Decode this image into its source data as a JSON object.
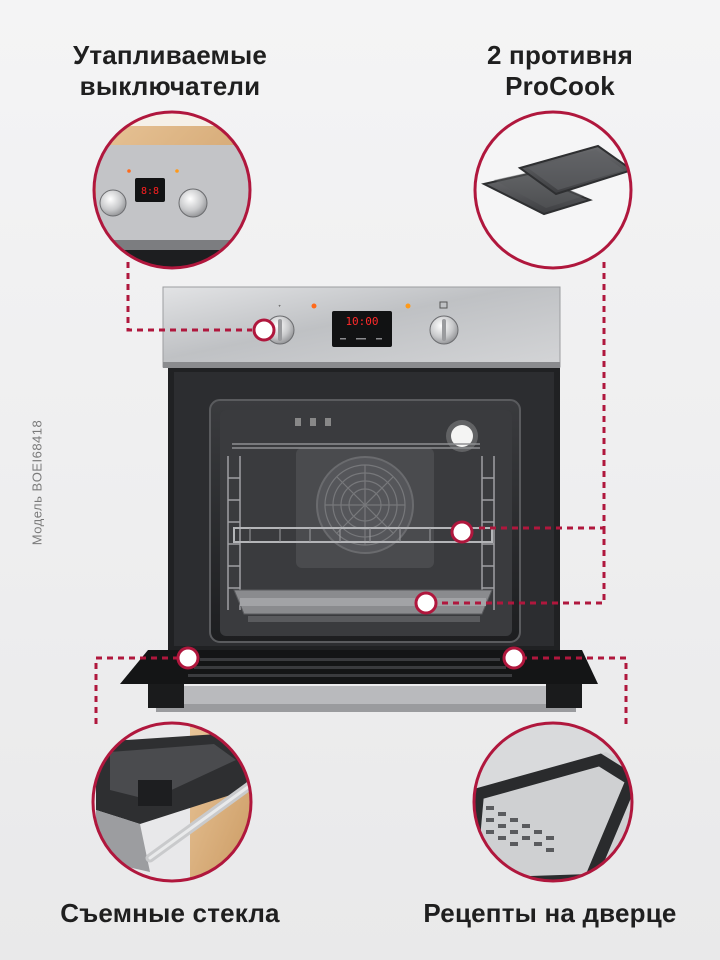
{
  "features": {
    "top_left": {
      "line1": "Утапливаемые",
      "line2": "выключатели"
    },
    "top_right": {
      "line1": "2 противня",
      "line2": "ProCook"
    },
    "bottom_left": {
      "label": "Съемные стекла"
    },
    "bottom_right": {
      "label": "Рецепты на дверце"
    }
  },
  "model_label": "Модель BOEI68418",
  "oven_display": {
    "time": "10:00"
  },
  "colors": {
    "accent": "#b0173d",
    "steel": "#c9cacc",
    "cavity": "#2a2b2d",
    "led": "#ff2020"
  }
}
